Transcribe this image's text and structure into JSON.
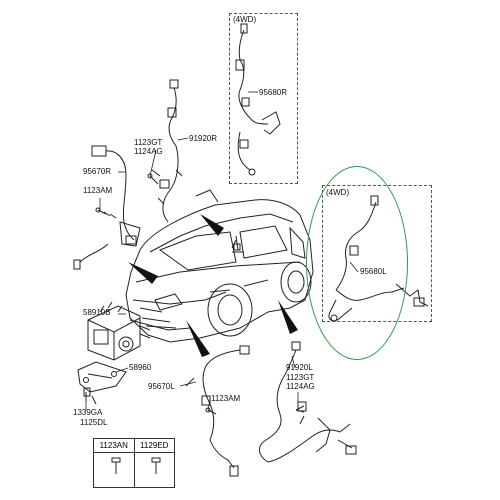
{
  "labels": {
    "box4wd_top": "(4WD)",
    "p95680R": "95680R",
    "p1123GT_top": "1123GT",
    "p1124AG_top": "1124AG",
    "p91920R": "91920R",
    "p95670R": "95670R",
    "p1123AM_left": "1123AM",
    "box4wd_right": "(4WD)",
    "p95680L": "95680L",
    "p58910B": "58910B",
    "p58960": "58960",
    "p95670L": "95670L",
    "p1123AM_bottom": "1123AM",
    "p91920L": "91920L",
    "p1123GT_bottom": "1123GT",
    "p1124AG_bottom": "1124AG",
    "p1339GA": "1339GA",
    "p1125DL": "1125DL"
  },
  "fastener_table": {
    "headers": [
      "1123AN",
      "1129ED"
    ]
  },
  "colors": {
    "line": "#222222",
    "highlight": "#2e9b4a",
    "dashed_box": "#555555"
  }
}
